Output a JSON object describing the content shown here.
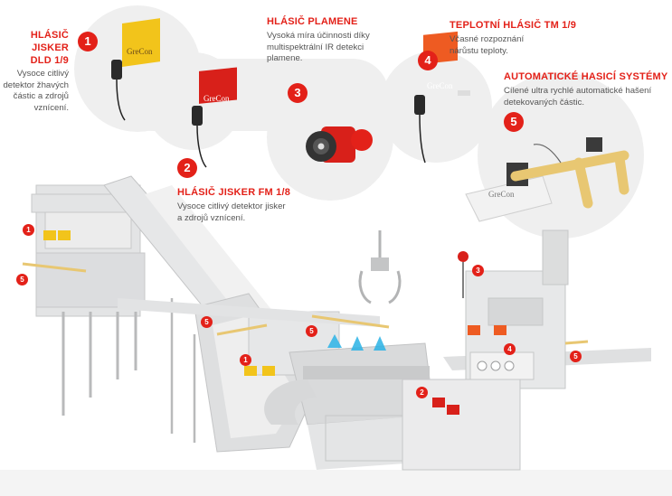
{
  "colors": {
    "accent": "#e32119",
    "sensor_yellow": "#f2c41b",
    "sensor_red": "#d8201a",
    "sensor_orange": "#ee5b22",
    "factory_gray": "#d9dadb",
    "bubble_gray": "#efefef"
  },
  "sensors": [
    {
      "number": "1",
      "title_line1": "HLÁSIČ",
      "title_line2": "JISKER",
      "title_line3": "DLD 1/9",
      "description": [
        "Vysoce citlivý",
        "detektor žhavých",
        "částic a zdrojů",
        "vznícení."
      ]
    },
    {
      "number": "2",
      "title": "HLÁSIČ JISKER FM 1/8",
      "description": [
        "Vysoce citlivý detektor jisker",
        "a zdrojů vznícení."
      ]
    },
    {
      "number": "3",
      "title": "HLÁSIČ PLAMENE",
      "description": [
        "Vysoká míra účinnosti díky",
        "multispektrální IR detekci",
        "plamene."
      ]
    },
    {
      "number": "4",
      "title": "TEPLOTNÍ HLÁSIČ TM 1/9",
      "description": [
        "Včasné rozpoznání",
        "nárůstu teploty."
      ]
    },
    {
      "number": "5",
      "title": "AUTOMATICKÉ HASICÍ SYSTÉMY",
      "description": [
        "Cílené ultra rychlé automatické hašení",
        "detekovaných částic."
      ]
    }
  ],
  "brand_label": "GreCon",
  "plant_markers": [
    "1",
    "5",
    "1",
    "5",
    "5",
    "3",
    "2",
    "4",
    "5"
  ]
}
